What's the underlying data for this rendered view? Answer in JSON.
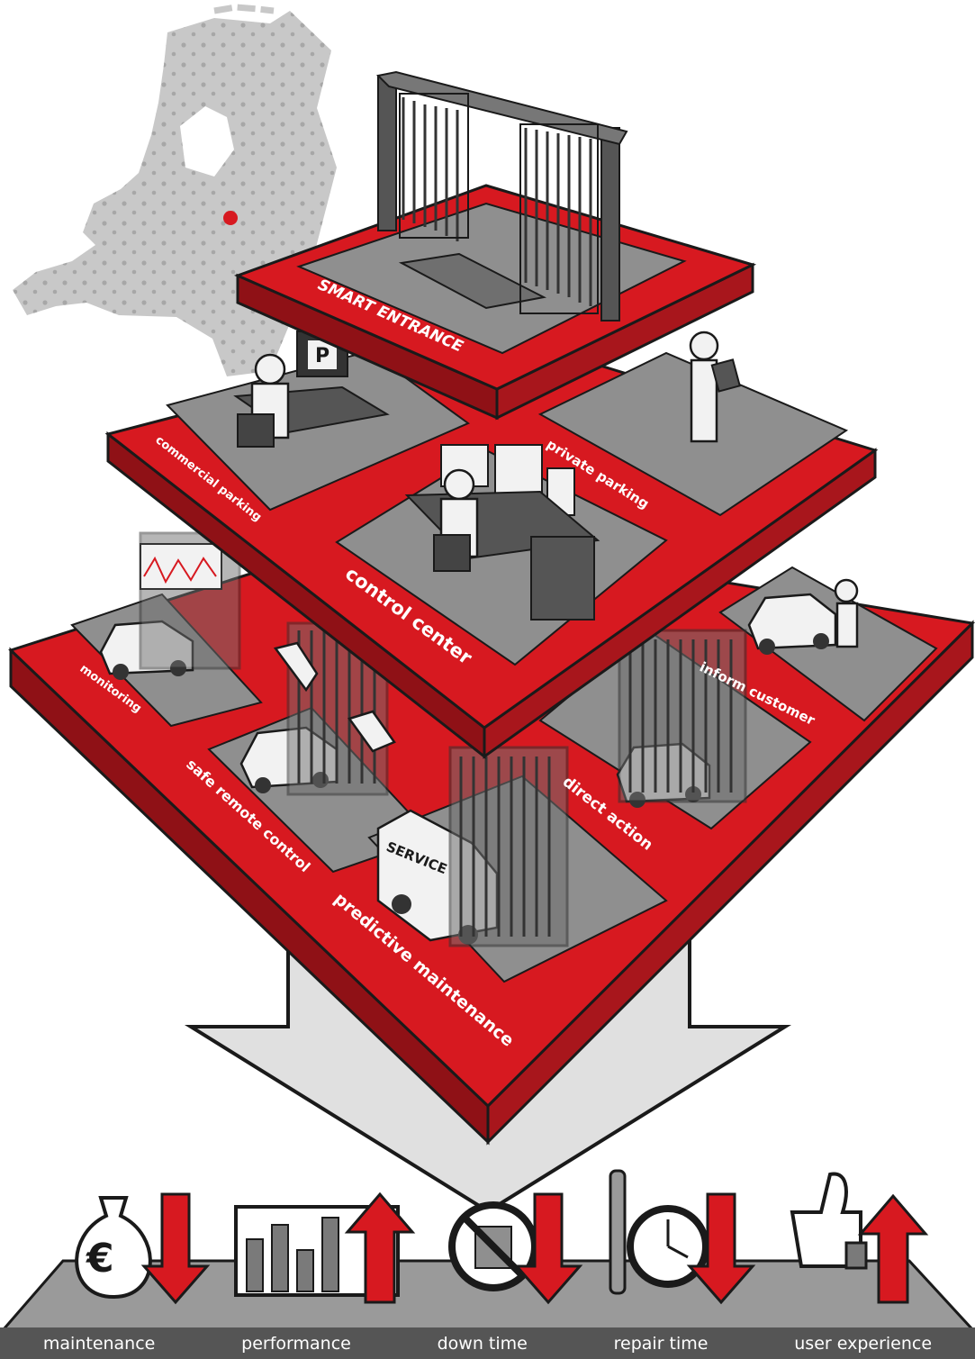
{
  "colors": {
    "accent": "#d71920",
    "accent_dark": "#8f1116",
    "floor": "#8f8f8f",
    "panel": "#6f6f6f",
    "map": "#c8c8c8",
    "arrow": "#e0e0e0",
    "base": "#7a7a7a",
    "base_label_bar": "#555555"
  },
  "map": {
    "marker_icon": "location-dot-icon"
  },
  "tiers": {
    "top": {
      "label": "SMART ENTRANCE"
    },
    "middle": {
      "left": "commercial parking",
      "center": "control center",
      "right": "private parking"
    },
    "bottom": {
      "monitoring": "monitoring",
      "safe_remote_control": "safe remote control",
      "predictive_maintenance": "predictive maintenance",
      "direct_action": "direct action",
      "inform_customer": "inform customer"
    }
  },
  "van_text": "SERVICE",
  "monitor_text": "P",
  "outcomes": [
    {
      "label": "maintenance",
      "icon": "euro-moneybag-icon",
      "trend": "down"
    },
    {
      "label": "performance",
      "icon": "bar-chart-icon",
      "trend": "up"
    },
    {
      "label": "down time",
      "icon": "no-entry-gate-icon",
      "trend": "down"
    },
    {
      "label": "repair time",
      "icon": "clock-wrench-icon",
      "trend": "down"
    },
    {
      "label": "user experience",
      "icon": "thumbs-up-icon",
      "trend": "up"
    }
  ]
}
